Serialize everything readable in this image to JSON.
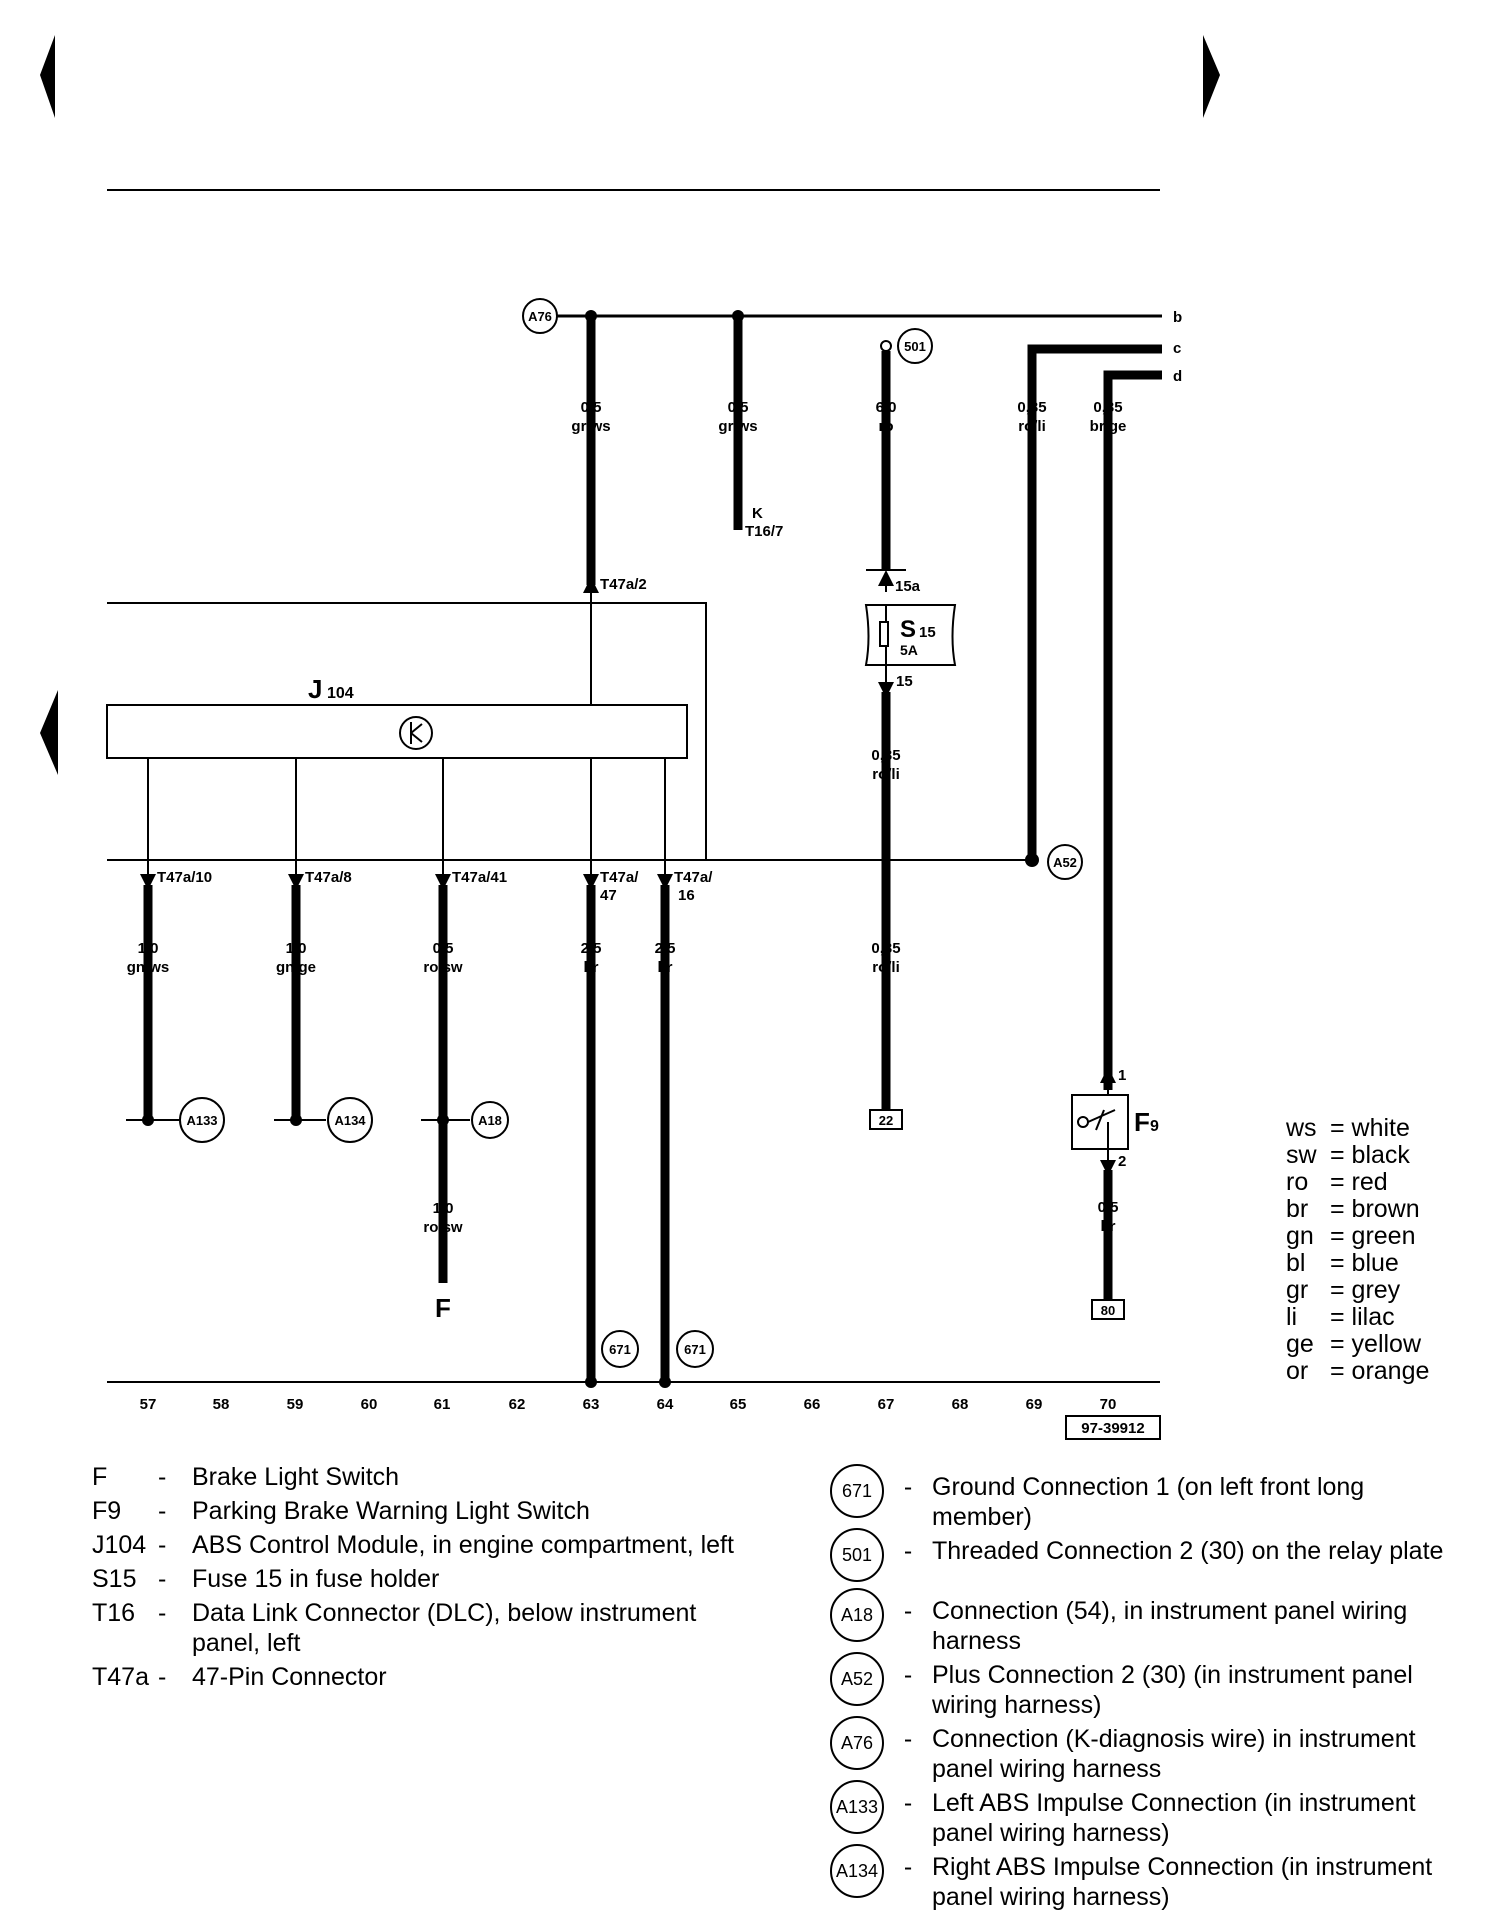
{
  "figure_id": "97-39912",
  "wire_bus_labels": [
    "b",
    "c",
    "d"
  ],
  "top_connector": "A76",
  "top_fuse_ref": "501",
  "wires": {
    "w1": {
      "size": "0,5",
      "color": "gr/ws"
    },
    "w2": {
      "size": "0,5",
      "color": "gr/ws"
    },
    "w3": {
      "size": "6,0",
      "color": "ro"
    },
    "w4": {
      "size": "0,35",
      "color": "ro/li"
    },
    "w5": {
      "size": "0,35",
      "color": "br/ge"
    },
    "w6": {
      "size": "0,35",
      "color": "ro/li"
    },
    "w7": {
      "size": "0,35",
      "color": "ro/li"
    },
    "w8": {
      "size": "1,0",
      "color": "gn/ws"
    },
    "w9": {
      "size": "1,0",
      "color": "gn/ge"
    },
    "w10": {
      "size": "0,5",
      "color": "ro/sw"
    },
    "w11": {
      "size": "2,5",
      "color": "br"
    },
    "w12": {
      "size": "2,5",
      "color": "br"
    },
    "w13": {
      "size": "1,0",
      "color": "ro/sw"
    },
    "w14": {
      "size": "0,5",
      "color": "br"
    }
  },
  "dlc": {
    "letter": "K",
    "pin": "T16/7"
  },
  "pins": {
    "t47a_2": "T47a/2",
    "t47a_10": "T47a/10",
    "t47a_8": "T47a/8",
    "t47a_41": "T47a/41",
    "t47a_47_a": "T47a/",
    "t47a_47_b": "47",
    "t47a_16_a": "T47a/",
    "t47a_16_b": "16"
  },
  "fuse": {
    "label": "S",
    "sub": "15",
    "rating": "5A",
    "pin_in": "15a",
    "pin_out": "15"
  },
  "module": {
    "label": "J",
    "sub": "104"
  },
  "switch_f9": {
    "label": "F",
    "sub": "9",
    "pin1": "1",
    "pin2": "2"
  },
  "switch_f": "F",
  "connectors": {
    "a52": "A52",
    "a133": "A133",
    "a134": "A134",
    "a18": "A18",
    "g671a": "671",
    "g671b": "671"
  },
  "boxes": {
    "b22": "22",
    "b80": "80"
  },
  "current_tracks": [
    "57",
    "58",
    "59",
    "60",
    "61",
    "62",
    "63",
    "64",
    "65",
    "66",
    "67",
    "68",
    "69",
    "70"
  ],
  "color_key": [
    {
      "code": "ws",
      "name": "= white"
    },
    {
      "code": "sw",
      "name": "= black"
    },
    {
      "code": "ro",
      "name": "= red"
    },
    {
      "code": "br",
      "name": "= brown"
    },
    {
      "code": "gn",
      "name": "= green"
    },
    {
      "code": "bl",
      "name": "= blue"
    },
    {
      "code": "gr",
      "name": "= grey"
    },
    {
      "code": "li",
      "name": "= lilac"
    },
    {
      "code": "ge",
      "name": "= yellow"
    },
    {
      "code": "or",
      "name": "= orange"
    }
  ],
  "legend": [
    {
      "code": "F",
      "desc": "Brake Light Switch"
    },
    {
      "code": "F9",
      "desc": "Parking Brake Warning Light Switch"
    },
    {
      "code": "J104",
      "desc": "ABS Control Module, in engine compartment, left"
    },
    {
      "code": "S15",
      "desc": "Fuse 15 in fuse holder"
    },
    {
      "code": "T16",
      "desc": "Data Link Connector (DLC), below instrument panel, left"
    },
    {
      "code": "T47a",
      "desc": "47-Pin Connector"
    }
  ],
  "connection_legend": [
    {
      "code": "671",
      "desc": "Ground Connection 1 (on left front long member)"
    },
    {
      "code": "501",
      "desc": "Threaded Connection 2 (30) on the relay plate"
    },
    {
      "code": "A18",
      "desc": "Connection (54), in instrument panel wiring harness"
    },
    {
      "code": "A52",
      "desc": "Plus Connection 2 (30) (in instrument panel wiring harness)"
    },
    {
      "code": "A76",
      "desc": "Connection (K-diagnosis wire) in instrument panel wiring harness"
    },
    {
      "code": "A133",
      "desc": "Left ABS Impulse Connection (in instrument panel wiring harness)"
    },
    {
      "code": "A134",
      "desc": "Right ABS Impulse Connection (in instrument panel wiring harness)"
    }
  ]
}
